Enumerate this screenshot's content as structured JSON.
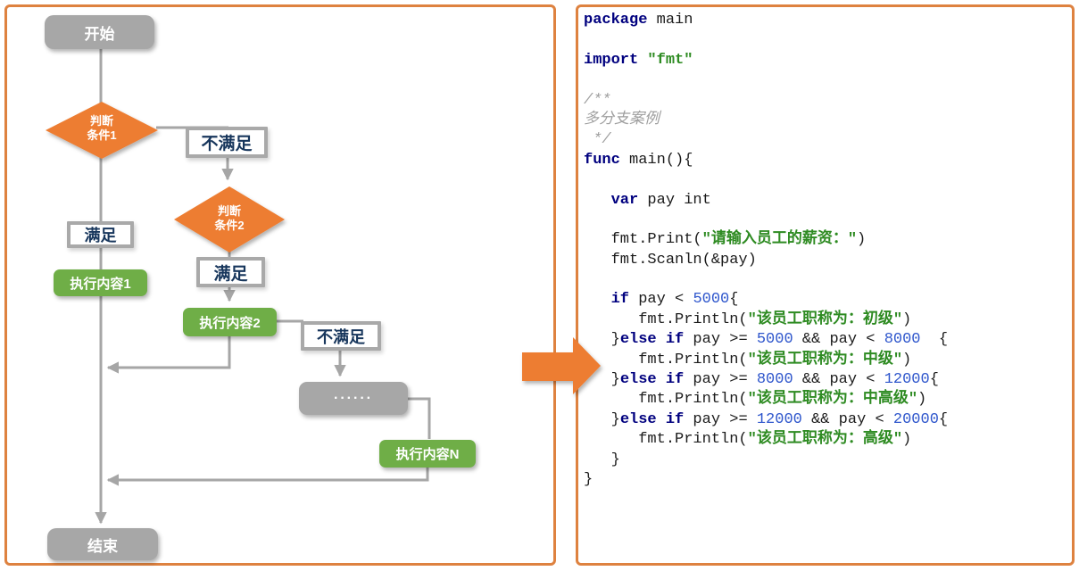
{
  "flowchart": {
    "start": "开始",
    "decision1_l1": "判断",
    "decision1_l2": "条件1",
    "decision2_l1": "判断",
    "decision2_l2": "条件2",
    "satisfied1": "满足",
    "not_satisfied1": "不满足",
    "satisfied2": "满足",
    "not_satisfied2": "不满足",
    "process1": "执行内容1",
    "process2": "执行内容2",
    "dots": "······",
    "processN": "执行内容N",
    "end": "结束"
  },
  "colors": {
    "panel_border": "#de8240",
    "orange_shape": "#ed7d31",
    "green_node": "#6fae47",
    "gray_node": "#a7a7a7",
    "connector": "#a6a6a6",
    "label_text": "#17365c",
    "keyword": "#00007f",
    "string": "#2e8b22",
    "number": "#2e56cc",
    "comment": "#9e9e9e"
  },
  "code": {
    "lines": [
      [
        [
          "kw",
          "package"
        ],
        [
          "pln",
          " main"
        ]
      ],
      [],
      [
        [
          "kw",
          "import"
        ],
        [
          "pln",
          " "
        ],
        [
          "str",
          "\"fmt\""
        ]
      ],
      [],
      [
        [
          "cmt",
          "/**"
        ]
      ],
      [
        [
          "cmt",
          "多分支案例"
        ]
      ],
      [
        [
          "cmt",
          " */"
        ]
      ],
      [
        [
          "kw",
          "func"
        ],
        [
          "pln",
          " main(){"
        ]
      ],
      [],
      [
        [
          "pln",
          "   "
        ],
        [
          "kw",
          "var"
        ],
        [
          "pln",
          " pay int"
        ]
      ],
      [],
      [
        [
          "pln",
          "   fmt.Print("
        ],
        [
          "str",
          "\"请输入员工的薪资：\""
        ],
        [
          "pln",
          ")"
        ]
      ],
      [
        [
          "pln",
          "   fmt.Scanln(&pay)"
        ]
      ],
      [],
      [
        [
          "pln",
          "   "
        ],
        [
          "kw",
          "if"
        ],
        [
          "pln",
          " pay < "
        ],
        [
          "num",
          "5000"
        ],
        [
          "pln",
          "{"
        ]
      ],
      [
        [
          "pln",
          "      fmt.Println("
        ],
        [
          "str",
          "\"该员工职称为：初级\""
        ],
        [
          "pln",
          ")"
        ]
      ],
      [
        [
          "pln",
          "   }"
        ],
        [
          "kw",
          "else if"
        ],
        [
          "pln",
          " pay >= "
        ],
        [
          "num",
          "5000"
        ],
        [
          "pln",
          " && pay < "
        ],
        [
          "num",
          "8000"
        ],
        [
          "pln",
          "  {"
        ]
      ],
      [
        [
          "pln",
          "      fmt.Println("
        ],
        [
          "str",
          "\"该员工职称为：中级\""
        ],
        [
          "pln",
          ")"
        ]
      ],
      [
        [
          "pln",
          "   }"
        ],
        [
          "kw",
          "else if"
        ],
        [
          "pln",
          " pay >= "
        ],
        [
          "num",
          "8000"
        ],
        [
          "pln",
          " && pay < "
        ],
        [
          "num",
          "12000"
        ],
        [
          "pln",
          "{"
        ]
      ],
      [
        [
          "pln",
          "      fmt.Println("
        ],
        [
          "str",
          "\"该员工职称为：中高级\""
        ],
        [
          "pln",
          ")"
        ]
      ],
      [
        [
          "pln",
          "   }"
        ],
        [
          "kw",
          "else if"
        ],
        [
          "pln",
          " pay >= "
        ],
        [
          "num",
          "12000"
        ],
        [
          "pln",
          " && pay < "
        ],
        [
          "num",
          "20000"
        ],
        [
          "pln",
          "{"
        ]
      ],
      [
        [
          "pln",
          "      fmt.Println("
        ],
        [
          "str",
          "\"该员工职称为：高级\""
        ],
        [
          "pln",
          ")"
        ]
      ],
      [
        [
          "pln",
          "   }"
        ]
      ],
      [
        [
          "pln",
          "}"
        ]
      ]
    ]
  }
}
